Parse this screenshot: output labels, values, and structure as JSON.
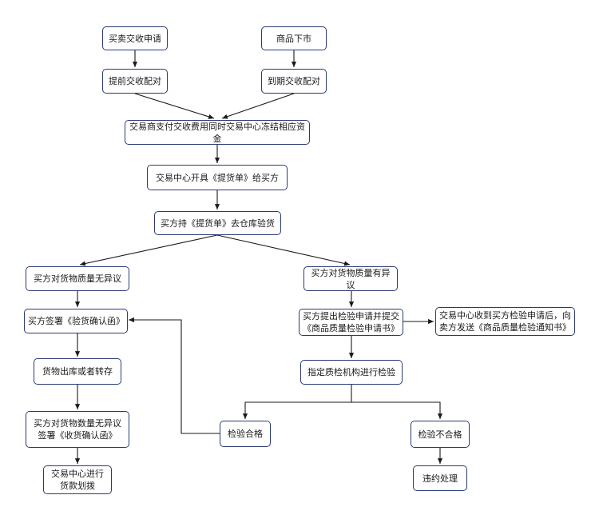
{
  "nodes": {
    "n1": "买卖交收申请",
    "n2": "商品下市",
    "n3": "提前交收配对",
    "n4": "到期交收配对",
    "n5": "交易商支付交收费用同时交易中心冻结相应资金",
    "n6": "交易中心开具《提货单》给买方",
    "n7": "买方持《提货单》去仓库验货",
    "n8": "买方对货物质量无异议",
    "n9": "买方对货物质量有异议",
    "n10": "买方签署《验货确认函》",
    "n11": "买方提出检验申请并提交\n《商品质量检验申请书》",
    "n12": "交易中心收到买方检验申请后，向\n卖方发送《商品质量检验通知书》",
    "n13": "货物出库或者转存",
    "n14": "指定质检机构进行检验",
    "n15": "买方对货物数量无异议\n签署《收货确认函》",
    "n16": "检验合格",
    "n17": "检验不合格",
    "n18": "交易中心进行\n货款划拨",
    "n19": "违约处理"
  },
  "colors": {
    "border": "#2b3a75",
    "line": "#1a1a1a"
  }
}
